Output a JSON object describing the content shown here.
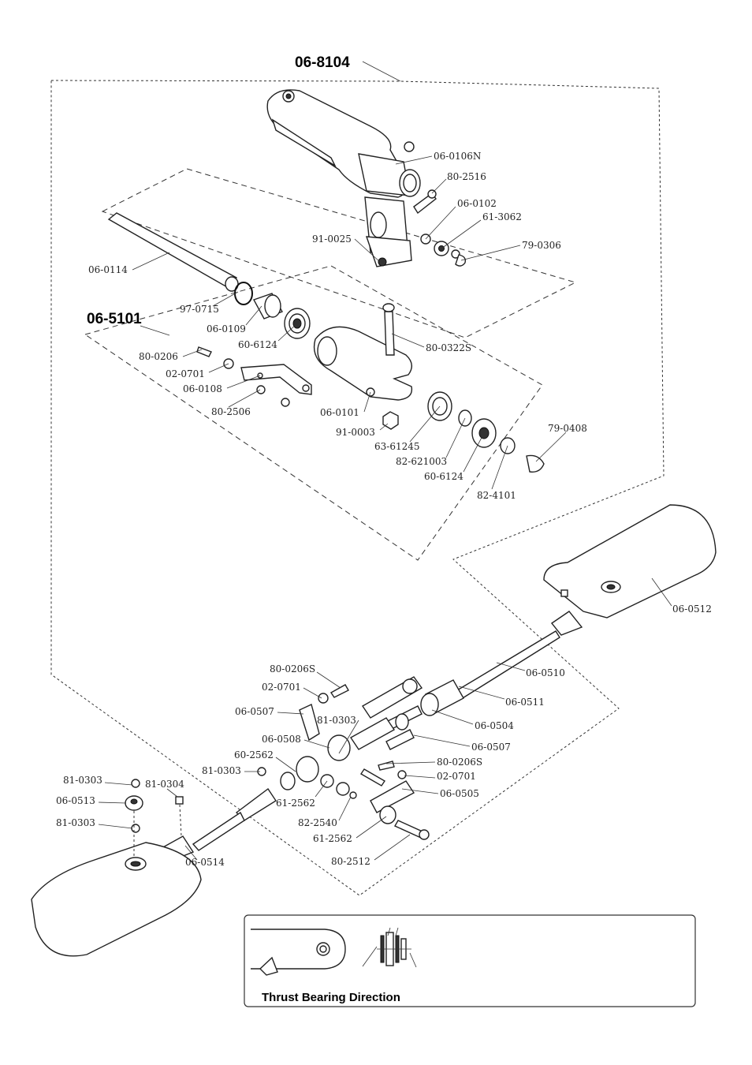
{
  "assemblies": [
    {
      "id": "asm_8104",
      "label": "06-8104"
    },
    {
      "id": "asm_5101",
      "label": "06-5101"
    }
  ],
  "parts": [
    {
      "id": "p01",
      "label": "06-0106N"
    },
    {
      "id": "p02",
      "label": "80-2516"
    },
    {
      "id": "p03",
      "label": "06-0102"
    },
    {
      "id": "p04",
      "label": "61-3062"
    },
    {
      "id": "p05",
      "label": "79-0306"
    },
    {
      "id": "p06",
      "label": "91-0025"
    },
    {
      "id": "p07",
      "label": "06-0114"
    },
    {
      "id": "p08",
      "label": "97-0715"
    },
    {
      "id": "p09",
      "label": "06-0109"
    },
    {
      "id": "p10",
      "label": "60-6124"
    },
    {
      "id": "p11",
      "label": "80-0322S"
    },
    {
      "id": "p12",
      "label": "80-0206"
    },
    {
      "id": "p13",
      "label": "02-0701"
    },
    {
      "id": "p14",
      "label": "06-0108"
    },
    {
      "id": "p15",
      "label": "80-2506"
    },
    {
      "id": "p16",
      "label": "06-0101"
    },
    {
      "id": "p17",
      "label": "91-0003"
    },
    {
      "id": "p18",
      "label": "63-61245"
    },
    {
      "id": "p19",
      "label": "82-621003"
    },
    {
      "id": "p20",
      "label": "60-6124"
    },
    {
      "id": "p21",
      "label": "79-0408"
    },
    {
      "id": "p22",
      "label": "82-4101"
    },
    {
      "id": "p23",
      "label": "06-0512"
    },
    {
      "id": "p24",
      "label": "06-0510"
    },
    {
      "id": "p25",
      "label": "06-0511"
    },
    {
      "id": "p26",
      "label": "80-0206S"
    },
    {
      "id": "p27",
      "label": "02-0701"
    },
    {
      "id": "p28",
      "label": "06-0507"
    },
    {
      "id": "p29",
      "label": "81-0303"
    },
    {
      "id": "p30",
      "label": "06-0504"
    },
    {
      "id": "p31",
      "label": "06-0508"
    },
    {
      "id": "p32",
      "label": "06-0507"
    },
    {
      "id": "p33",
      "label": "60-2562"
    },
    {
      "id": "p34",
      "label": "80-0206S"
    },
    {
      "id": "p35",
      "label": "81-0303"
    },
    {
      "id": "p36",
      "label": "02-0701"
    },
    {
      "id": "p37",
      "label": "81-0303"
    },
    {
      "id": "p38",
      "label": "81-0304"
    },
    {
      "id": "p39",
      "label": "06-0505"
    },
    {
      "id": "p40",
      "label": "06-0513"
    },
    {
      "id": "p41",
      "label": "61-2562"
    },
    {
      "id": "p42",
      "label": "81-0303"
    },
    {
      "id": "p43",
      "label": "82-2540"
    },
    {
      "id": "p44",
      "label": "61-2562"
    },
    {
      "id": "p45",
      "label": "06-0514"
    },
    {
      "id": "p46",
      "label": "80-2512"
    }
  ],
  "legend": {
    "title": "Thrust Bearing Direction"
  }
}
